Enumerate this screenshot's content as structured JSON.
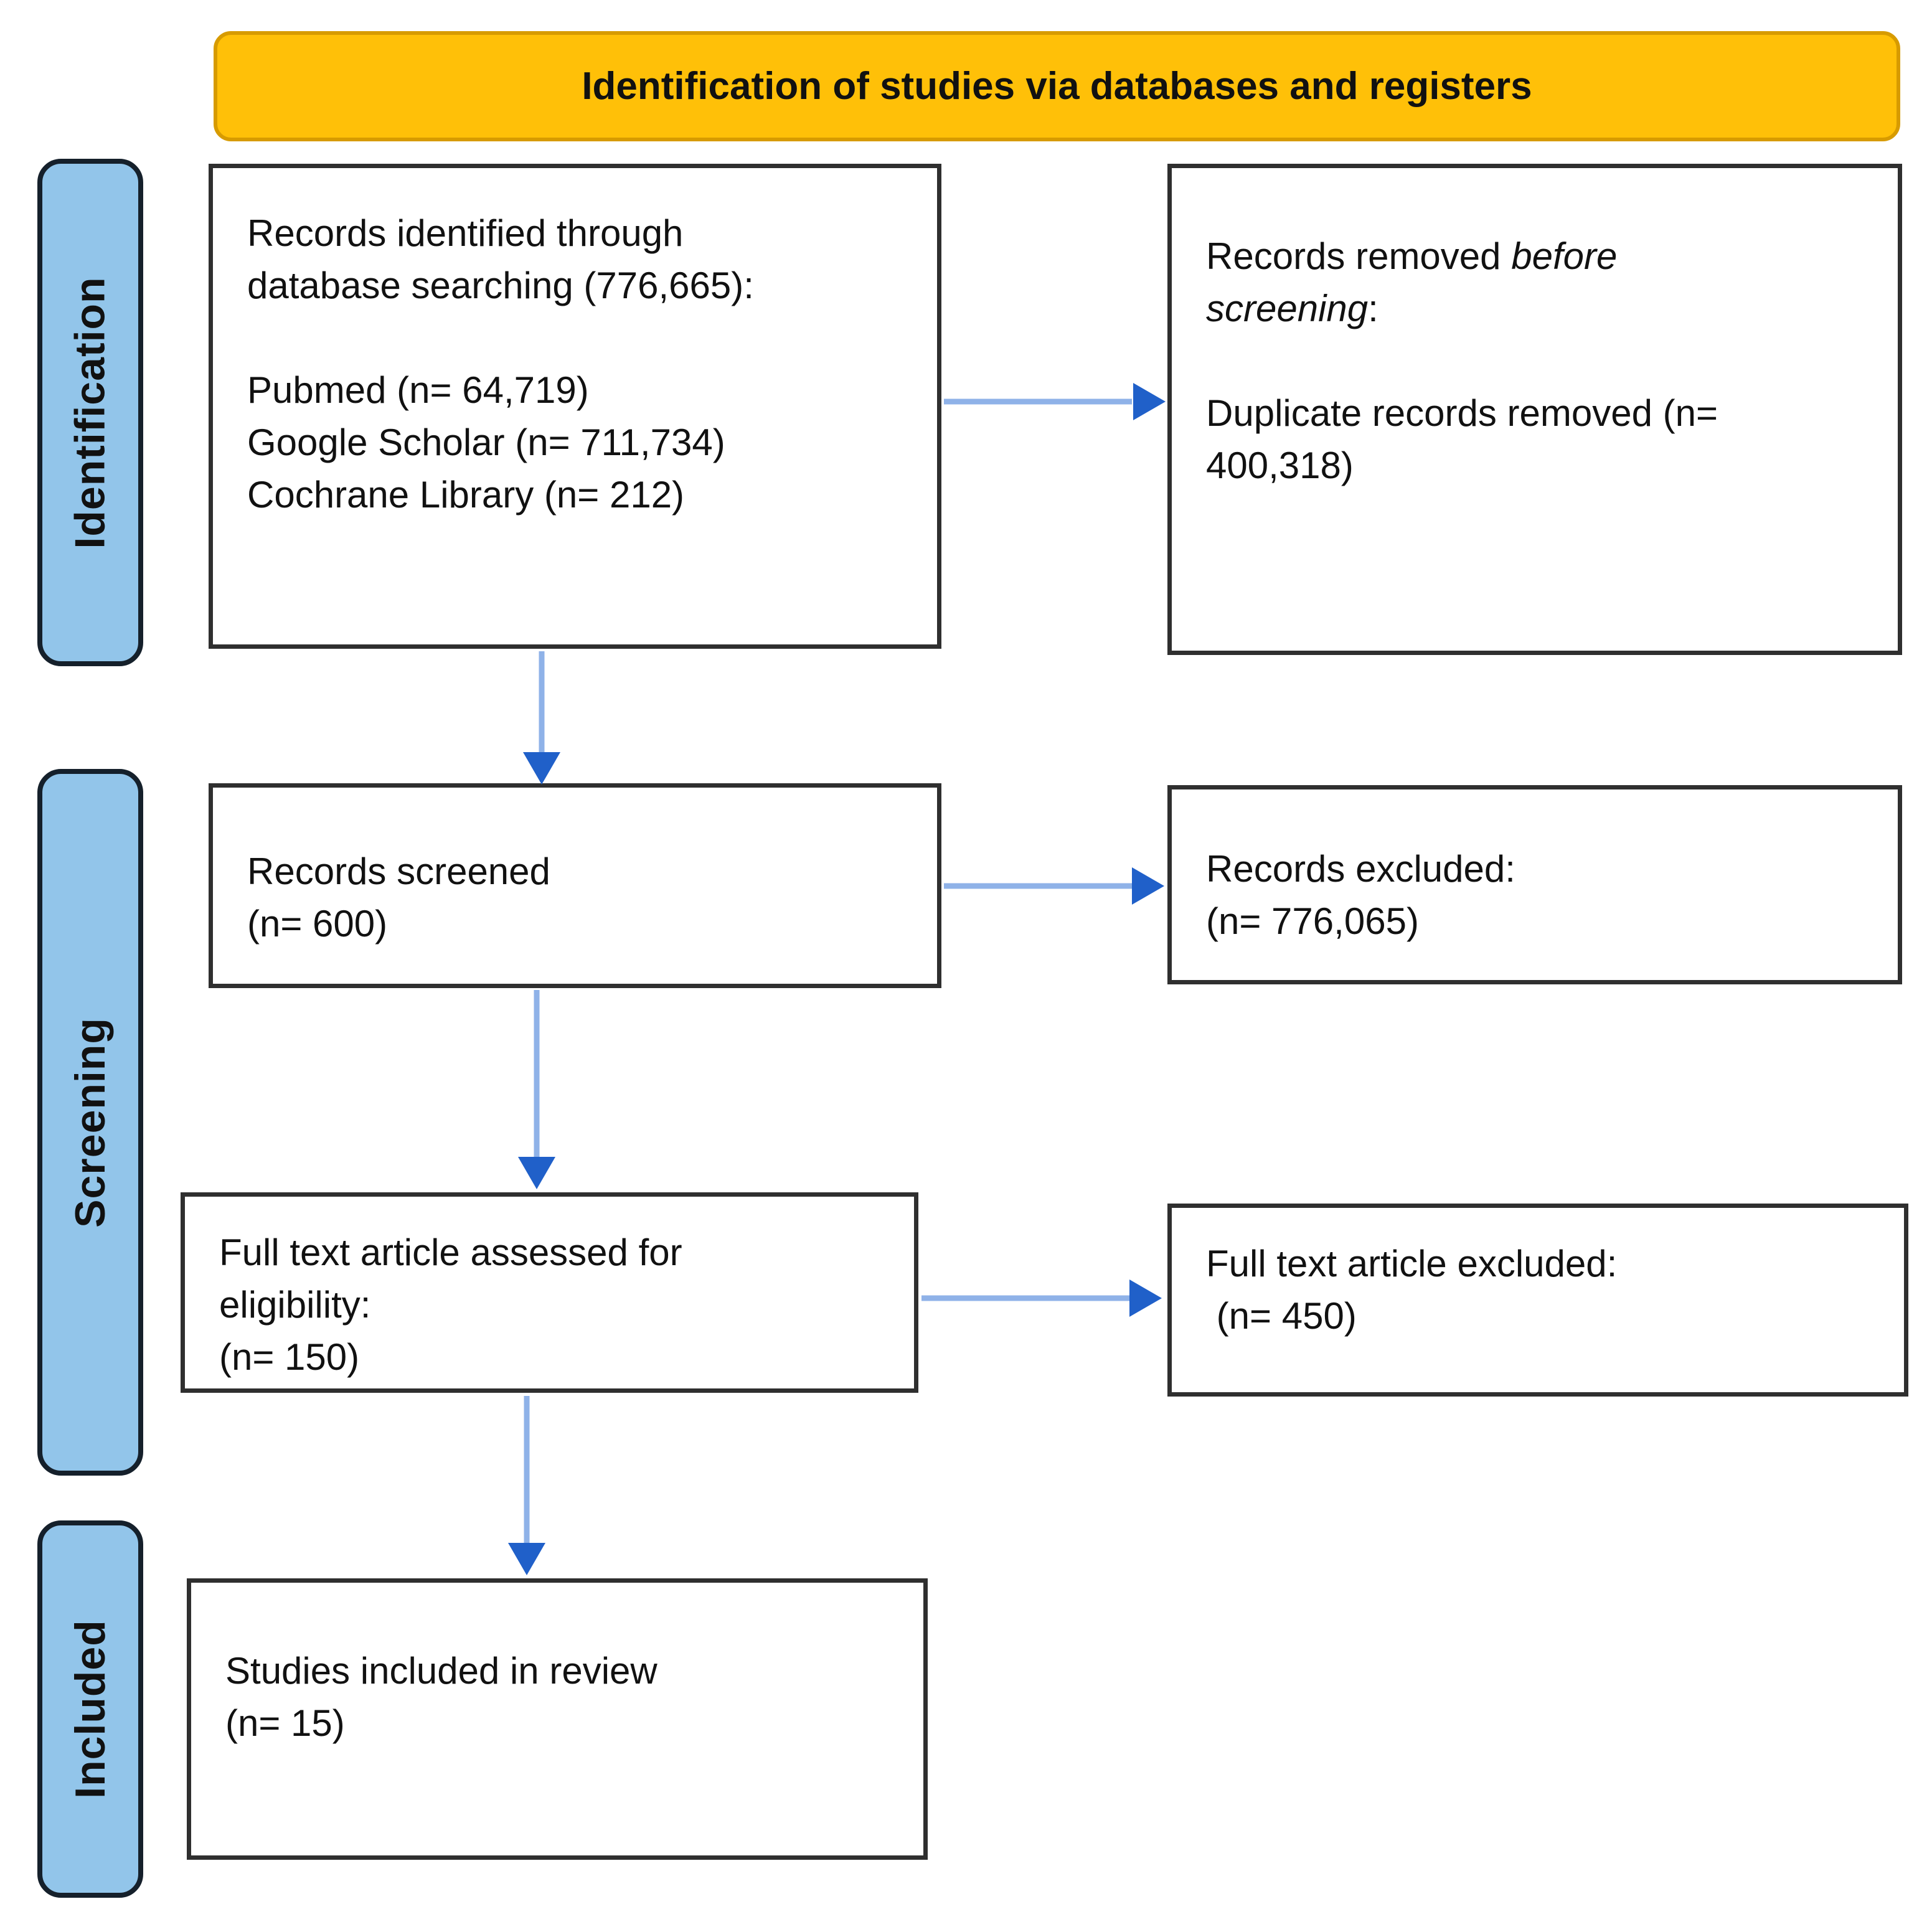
{
  "banner": {
    "label": "Identification of studies via databases and registers"
  },
  "stage_labels": {
    "identification": "Identification",
    "screening": "Screening",
    "included": "Included"
  },
  "boxes": {
    "records_identified": {
      "line1": "Records identified through",
      "line2": "database searching (776,665):",
      "line3": "Pubmed (n= 64,719)",
      "line4": "Google Scholar (n= 711,734)",
      "line5": "Cochrane Library (n= 212)"
    },
    "records_removed": {
      "line1_regular": "Records removed ",
      "line1_italic": "before",
      "line2_italic": "screening",
      "line2_regular": ":",
      "line3": "Duplicate records removed (n=",
      "line4": "400,318)"
    },
    "records_screened": {
      "line1": "Records screened",
      "line2": "(n= 600)"
    },
    "records_excluded": {
      "line1": "Records excluded:",
      "line2": "(n= 776,065)"
    },
    "fulltext_assessed": {
      "line1": "Full text article assessed for",
      "line2": "eligibility:",
      "line3": "(n= 150)"
    },
    "fulltext_excluded": {
      "line1": "Full text article excluded:",
      "line2": " (n= 450)"
    },
    "studies_included": {
      "line1": "Studies included in review",
      "line2": "(n= 15)"
    }
  },
  "colors": {
    "background": "#FFFFFF",
    "text": "#111111",
    "banner_fill": "#FFC008",
    "banner_border": "#D79B00",
    "stage_label_fill": "#92C5EA",
    "stage_label_border": "#15202B",
    "box_border": "#2F2F2F",
    "arrow_line": "#8FB2E8",
    "arrow_head": "#2060C9"
  }
}
